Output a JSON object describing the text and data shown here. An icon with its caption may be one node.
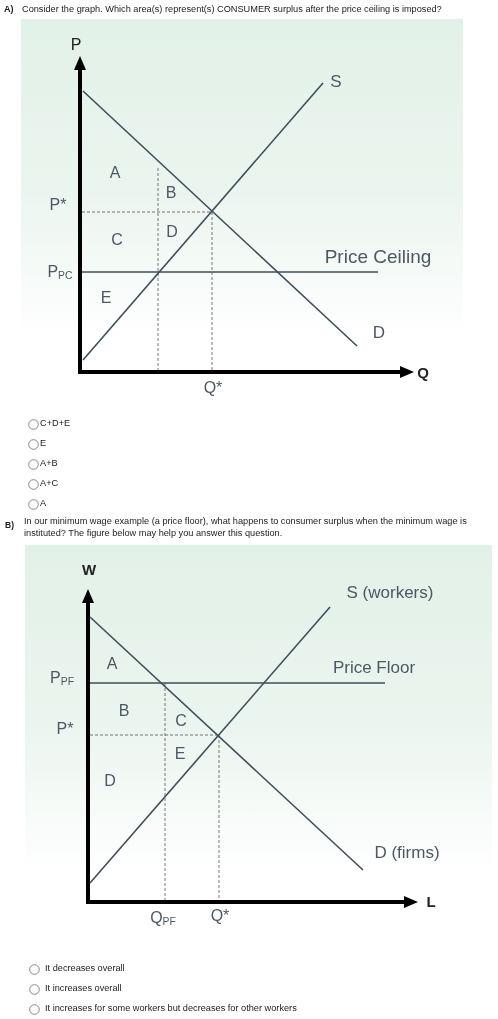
{
  "diagram": {
    "labels": [
      "A)",
      "Consider the graph. Which area(s) represent(s) CONSUMER surplus after the price ceiling is imposed?",
      "P",
      "S",
      "A",
      "B",
      "P*",
      "C",
      "D",
      "Price Ceiling",
      "P$_{PC}$",
      "E",
      "D",
      "Q",
      "Q*",
      "C+D+E",
      "E",
      "A+B",
      "A+C",
      "A",
      "B)",
      "In our minimum wage example (a price floor), what happens to consumer surplus when the minimum wage is instituted? The figure below may help you answer this question.",
      "W",
      "S (workers)",
      "A",
      "Price Floor",
      "P$_{PF}$",
      "B",
      "C",
      "P*",
      "E",
      "D",
      "D (firms)",
      "L",
      "Q$_{PF}$",
      "Q*",
      "It decreases overall",
      "It increases overall",
      "It increases for some workers but decreases for other workers"
    ]
  }
}
